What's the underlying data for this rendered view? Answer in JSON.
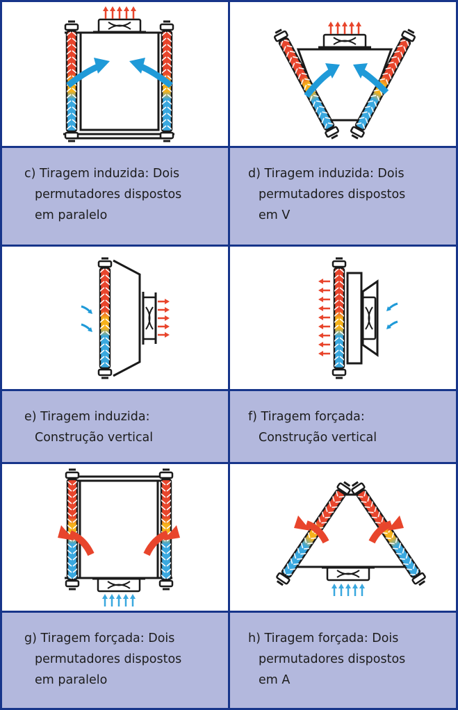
{
  "captions": {
    "c": "c) Tiragem induzida: Dois\npermutadores dispostos\nem paralelo",
    "d": "d) Tiragem induzida: Dois\npermutadores dispostos\nem V",
    "e": "e) Tiragem induzida:\nConstrução vertical",
    "f": "f) Tiragem forçada:\nConstrução vertical",
    "g": "g) Tiragem forçada: Dois\npermutadores dispostos\nem paralelo",
    "h": "h) Tiragem forçada: Dois\npermutadores dispostos\nem A"
  },
  "colors": {
    "border": "#17358a",
    "caption_bg": "#b3b8dd",
    "hot": "#e8452c",
    "warm": "#f6b21b",
    "cold": "#3aa8df",
    "arrow_blue": "#1f9ad8",
    "outline": "#1a1a1a"
  },
  "icons": {
    "heat_exchanger": "heat-exchanger-icon",
    "fan": "fan-icon",
    "air_in": "air-inflow-arrow-icon",
    "air_out": "air-outflow-arrow-icon"
  }
}
